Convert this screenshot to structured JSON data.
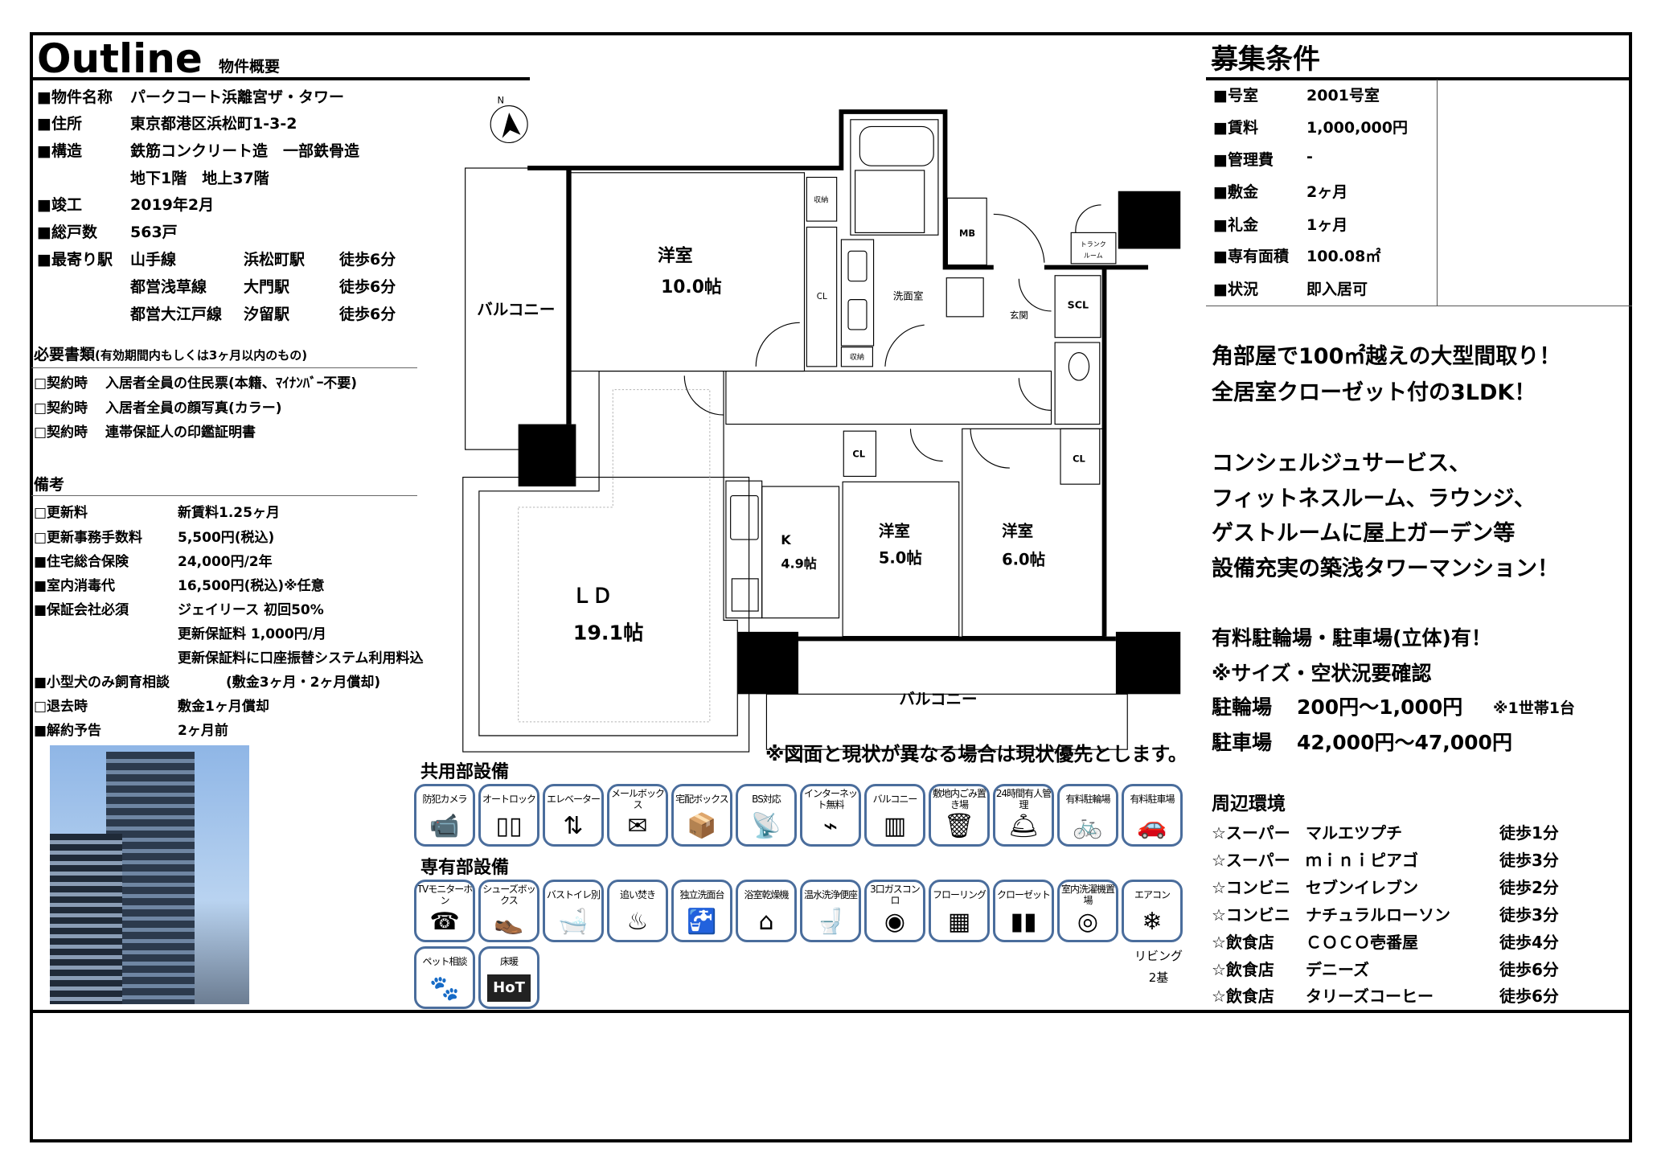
{
  "header": {
    "title": "Outline",
    "subtitle": "物件概要"
  },
  "property": [
    {
      "label": "■物件名称",
      "value": "パークコート浜離宮ザ・タワー"
    },
    {
      "label": "■住所",
      "value": "東京都港区浜松町1-3-2"
    },
    {
      "label": "■構造",
      "value": "鉄筋コンクリート造　一部鉄骨造"
    },
    {
      "label": "",
      "value": "地下1階　地上37階"
    },
    {
      "label": "■竣工",
      "value": "2019年2月"
    },
    {
      "label": "■総戸数",
      "value": "563戸"
    }
  ],
  "stations_label": "■最寄り駅",
  "stations": [
    {
      "line": "山手線",
      "station": "浜松町駅",
      "walk": "徒歩6分"
    },
    {
      "line": "都営浅草線",
      "station": "大門駅",
      "walk": "徒歩6分"
    },
    {
      "line": "都営大江戸線",
      "station": "汐留駅",
      "walk": "徒歩6分"
    }
  ],
  "documents": {
    "title": "必要書類",
    "note": "(有効期間内もしくは3ヶ月以内のもの)",
    "items": [
      {
        "when": "□契約時",
        "text": "入居者全員の住民票(本籍、ﾏｲﾅﾝﾊﾞｰ不要)"
      },
      {
        "when": "□契約時",
        "text": "入居者全員の顔写真(カラー)"
      },
      {
        "when": "□契約時",
        "text": "連帯保証人の印鑑証明書"
      }
    ]
  },
  "remarks": {
    "title": "備考",
    "items": [
      {
        "label": "□更新料",
        "value": "新賃料1.25ヶ月"
      },
      {
        "label": "□更新事務手数料",
        "value": "5,500円(税込)"
      },
      {
        "label": "■住宅総合保険",
        "value": "24,000円/2年"
      },
      {
        "label": "■室内消毒代",
        "value": "16,500円(税込)※任意"
      },
      {
        "label": "■保証会社必須",
        "value": "ジェイリース 初回50%"
      },
      {
        "label": "",
        "value": "更新保証料 1,000円/月"
      },
      {
        "label": "",
        "value": "更新保証料に口座振替システム利用料込"
      },
      {
        "label": "■小型犬のみ飼育相談",
        "value": "(敷金3ヶ月・2ヶ月償却)"
      },
      {
        "label": "□退去時",
        "value": "敷金1ヶ月償却"
      },
      {
        "label": "■解約予告",
        "value": "2ヶ月前"
      }
    ]
  },
  "floorplan": {
    "compass": "N",
    "balcony_left": "バルコニー",
    "balcony_bottom": "バルコニー",
    "room1": {
      "name": "洋室",
      "size": "10.0帖"
    },
    "ld": {
      "name": "ＬＤ",
      "size": "19.1帖"
    },
    "k": {
      "name": "K",
      "size": "4.9帖"
    },
    "room2": {
      "name": "洋室",
      "size": "5.0帖"
    },
    "room3": {
      "name": "洋室",
      "size": "6.0帖"
    },
    "storage1": "収納",
    "storage2": "収納",
    "cl": "CL",
    "scl": "SCL",
    "mb": "MB",
    "trunk1": "トランク",
    "trunk2": "ルーム",
    "washroom": "洗面室",
    "entrance": "玄関",
    "note": "※図面と現状が異なる場合は現状優先とします。"
  },
  "common_facilities": {
    "title": "共用部設備",
    "items": [
      {
        "label": "防犯カメラ",
        "icon": "camera-icon"
      },
      {
        "label": "オートロック",
        "icon": "autolock-icon"
      },
      {
        "label": "エレベーター",
        "icon": "elevator-icon"
      },
      {
        "label": "メールボックス",
        "icon": "mail-icon"
      },
      {
        "label": "宅配ボックス",
        "icon": "delivery-box-icon"
      },
      {
        "label": "BS対応",
        "icon": "satellite-icon"
      },
      {
        "label": "インターネット無料",
        "icon": "lan-icon"
      },
      {
        "label": "バルコニー",
        "icon": "balcony-icon"
      },
      {
        "label": "敷地内ごみ置き場",
        "icon": "trash-icon"
      },
      {
        "label": "24時間有人管理",
        "icon": "reception-icon"
      },
      {
        "label": "有料駐輪場",
        "icon": "bicycle-icon"
      },
      {
        "label": "有料駐車場",
        "icon": "car-icon"
      }
    ]
  },
  "private_facilities": {
    "title": "専有部設備",
    "items": [
      {
        "label": "TVモニターホン",
        "icon": "intercom-icon"
      },
      {
        "label": "シューズボックス",
        "icon": "shoe-icon"
      },
      {
        "label": "バストイレ別",
        "icon": "bath-toilet-icon"
      },
      {
        "label": "追い焚き",
        "icon": "reheat-bath-icon"
      },
      {
        "label": "独立洗面台",
        "icon": "washbasin-icon"
      },
      {
        "label": "浴室乾燥機",
        "icon": "bath-dryer-icon"
      },
      {
        "label": "温水洗浄便座",
        "icon": "washlet-icon"
      },
      {
        "label": "3口ガスコンロ",
        "icon": "gas-stove-icon"
      },
      {
        "label": "フローリング",
        "icon": "flooring-icon"
      },
      {
        "label": "クローゼット",
        "icon": "closet-icon"
      },
      {
        "label": "室内洗濯機置場",
        "icon": "washing-machine-icon"
      },
      {
        "label": "エアコン",
        "icon": "aircon-icon"
      },
      {
        "label": "ペット相談",
        "icon": "paw-icon"
      },
      {
        "label": "床暖",
        "icon": "floor-heating-icon"
      }
    ],
    "aircon_note1": "リビング",
    "aircon_note2": "2基"
  },
  "conditions": {
    "title": "募集条件",
    "items": [
      {
        "label": "■号室",
        "value": "2001号室"
      },
      {
        "label": "■賃料",
        "value": "1,000,000円"
      },
      {
        "label": "■管理費",
        "value": "-"
      },
      {
        "label": "■敷金",
        "value": "2ヶ月"
      },
      {
        "label": "■礼金",
        "value": "1ヶ月"
      },
      {
        "label": "■専有面積",
        "value": "100.08㎡"
      },
      {
        "label": "■状況",
        "value": "即入居可"
      }
    ]
  },
  "promo": [
    "角部屋で100㎡越えの大型間取り！",
    "全居室クローゼット付の3LDK！",
    "",
    "コンシェルジュサービス、",
    "フィットネスルーム、ラウンジ、",
    "ゲストルームに屋上ガーデン等",
    "設備充実の築浅タワーマンション！"
  ],
  "parking": {
    "line1": "有料駐輪場・駐車場(立体)有！",
    "line2": "※サイズ・空状況要確認",
    "bike_label": "駐輪場",
    "bike_price": "200円～1,000円",
    "bike_note": "※1世帯1台",
    "car_label": "駐車場",
    "car_price": "42,000円～47,000円"
  },
  "surroundings": {
    "title": "周辺環境",
    "items": [
      {
        "type": "☆スーパー",
        "name": "マルエツプチ",
        "walk": "徒歩1分"
      },
      {
        "type": "☆スーパー",
        "name": "ｍｉｎｉピアゴ",
        "walk": "徒歩3分"
      },
      {
        "type": "☆コンビニ",
        "name": "セブンイレブン",
        "walk": "徒歩2分"
      },
      {
        "type": "☆コンビニ",
        "name": "ナチュラルローソン",
        "walk": "徒歩3分"
      },
      {
        "type": "☆飲食店",
        "name": "ＣＯＣＯ壱番屋",
        "walk": "徒歩4分"
      },
      {
        "type": "☆飲食店",
        "name": "デニーズ",
        "walk": "徒歩6分"
      },
      {
        "type": "☆飲食店",
        "name": "タリーズコーヒー",
        "walk": "徒歩6分"
      }
    ]
  },
  "colors": {
    "icon_border": "#4a6d9c",
    "text": "#000000"
  }
}
